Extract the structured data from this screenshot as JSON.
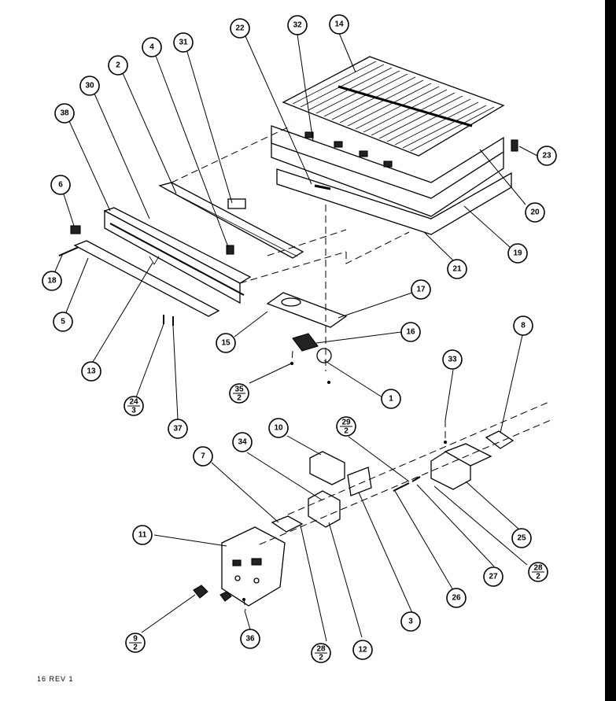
{
  "footer_text": "16 REV 1",
  "callouts": [
    {
      "id": "c14",
      "label": "14"
    },
    {
      "id": "c32",
      "label": "32"
    },
    {
      "id": "c22",
      "label": "22"
    },
    {
      "id": "c31",
      "label": "31"
    },
    {
      "id": "c4",
      "label": "4"
    },
    {
      "id": "c2",
      "label": "2"
    },
    {
      "id": "c30",
      "label": "30"
    },
    {
      "id": "c38",
      "label": "38"
    },
    {
      "id": "c6",
      "label": "6"
    },
    {
      "id": "c18",
      "label": "18"
    },
    {
      "id": "c5",
      "label": "5"
    },
    {
      "id": "c13",
      "label": "13"
    },
    {
      "id": "c24",
      "label": "24",
      "sub": "3"
    },
    {
      "id": "c37",
      "label": "37"
    },
    {
      "id": "c23",
      "label": "23"
    },
    {
      "id": "c20",
      "label": "20"
    },
    {
      "id": "c19",
      "label": "19"
    },
    {
      "id": "c21",
      "label": "21"
    },
    {
      "id": "c17",
      "label": "17"
    },
    {
      "id": "c16",
      "label": "16"
    },
    {
      "id": "c15",
      "label": "15"
    },
    {
      "id": "c35",
      "label": "35",
      "sub": "2"
    },
    {
      "id": "c1",
      "label": "1"
    },
    {
      "id": "c8",
      "label": "8"
    },
    {
      "id": "c33",
      "label": "33"
    },
    {
      "id": "c29",
      "label": "29",
      "sub": "2"
    },
    {
      "id": "c10",
      "label": "10"
    },
    {
      "id": "c34",
      "label": "34"
    },
    {
      "id": "c7",
      "label": "7"
    },
    {
      "id": "c11",
      "label": "11"
    },
    {
      "id": "c25",
      "label": "25"
    },
    {
      "id": "c28a",
      "label": "28",
      "sub": "2"
    },
    {
      "id": "c27",
      "label": "27"
    },
    {
      "id": "c26",
      "label": "26"
    },
    {
      "id": "c3",
      "label": "3"
    },
    {
      "id": "c12",
      "label": "12"
    },
    {
      "id": "c28b",
      "label": "28",
      "sub": "2"
    },
    {
      "id": "c36",
      "label": "36"
    },
    {
      "id": "c9",
      "label": "9",
      "sub": "2"
    }
  ]
}
